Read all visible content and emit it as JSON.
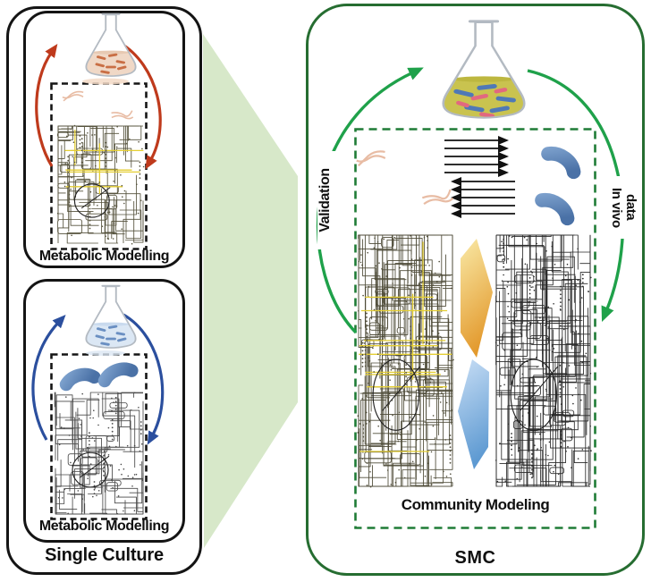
{
  "figure": {
    "left_column": {
      "caption": "Single Culture",
      "top_panel": {
        "label": "Metabolic Modelling",
        "organism_icon": "orange-rod-bacterium"
      },
      "bottom_panel": {
        "label": "Metabolic Modelling",
        "organism_icon": "blue-bean-bacterium"
      }
    },
    "right_panel": {
      "caption": "SMC",
      "left_arc_label": "Validation",
      "right_arc_label": "In vivo data",
      "community_label": "Community Modeling"
    }
  },
  "icons": {
    "flask_orange_culture": "erlenmeyer-flask-icon",
    "flask_blue_culture": "erlenmeyer-flask-icon",
    "flask_mixed_culture": "erlenmeyer-flask-icon",
    "metabolic_network": "metabolic-network-map",
    "exchange_arrows": "bidirectional-arrow-stack",
    "cycle_arrows": "curved-cycle-arrows"
  },
  "colors": {
    "funnel_green": "#d7e8c9",
    "panel_border_black": "#141414",
    "smc_border_green": "#266d31",
    "arc_green": "#1fa14a",
    "arc_red": "#bf3a1c",
    "arc_blue": "#2b4f9e",
    "block_arrow_orange": "#e9a63d",
    "block_arrow_blue": "#5e9ad2",
    "bacteria_orange": "#d5875e",
    "bacteria_blue": "#5b84b7",
    "flask_liquid_olive": "#c9c34f",
    "network_highlight_yellow": "#e4ce33"
  }
}
